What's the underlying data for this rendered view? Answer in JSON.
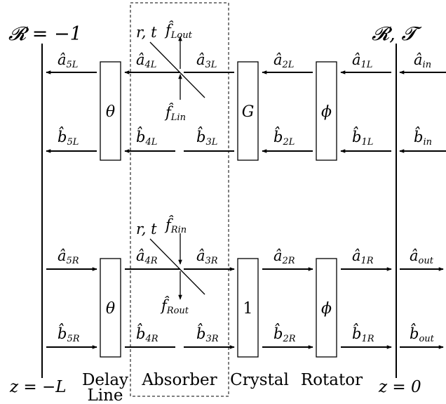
{
  "mirror_left": {
    "label": "𝓡 = −1",
    "position": "z = −L"
  },
  "mirror_right": {
    "label": "𝓡, 𝓣",
    "position": "z = 0"
  },
  "components": {
    "delay_line": {
      "symbol": "θ",
      "caption_line1": "Delay",
      "caption_line2": "Line"
    },
    "absorber": {
      "symbol": "r, t",
      "caption": "Absorber"
    },
    "crystal": {
      "symbol_top": "G",
      "symbol_bottom": "1",
      "caption": "Crystal"
    },
    "rotator": {
      "symbol": "ϕ",
      "caption": "Rotator"
    }
  },
  "noise_fields": {
    "left_out": {
      "main": "f̂",
      "sub": "Lout"
    },
    "left_in": {
      "main": "f̂",
      "sub": "Lin"
    },
    "right_in": {
      "main": "f̂",
      "sub": "Rin"
    },
    "right_out": {
      "main": "f̂",
      "sub": "Rout"
    }
  },
  "modes": {
    "row1": [
      {
        "main": "â",
        "sub": "5L"
      },
      {
        "main": "â",
        "sub": "4L"
      },
      {
        "main": "â",
        "sub": "3L"
      },
      {
        "main": "â",
        "sub": "2L"
      },
      {
        "main": "â",
        "sub": "1L"
      },
      {
        "main": "â",
        "sub": "in"
      }
    ],
    "row2": [
      {
        "main": "b̂",
        "sub": "5L"
      },
      {
        "main": "b̂",
        "sub": "4L"
      },
      {
        "main": "b̂",
        "sub": "3L"
      },
      {
        "main": "b̂",
        "sub": "2L"
      },
      {
        "main": "b̂",
        "sub": "1L"
      },
      {
        "main": "b̂",
        "sub": "in"
      }
    ],
    "row3": [
      {
        "main": "â",
        "sub": "5R"
      },
      {
        "main": "â",
        "sub": "4R"
      },
      {
        "main": "â",
        "sub": "3R"
      },
      {
        "main": "â",
        "sub": "2R"
      },
      {
        "main": "â",
        "sub": "1R"
      },
      {
        "main": "â",
        "sub": "out"
      }
    ],
    "row4": [
      {
        "main": "b̂",
        "sub": "5R"
      },
      {
        "main": "b̂",
        "sub": "4R"
      },
      {
        "main": "b̂",
        "sub": "3R"
      },
      {
        "main": "b̂",
        "sub": "2R"
      },
      {
        "main": "b̂",
        "sub": "1R"
      },
      {
        "main": "b̂",
        "sub": "out"
      }
    ]
  }
}
